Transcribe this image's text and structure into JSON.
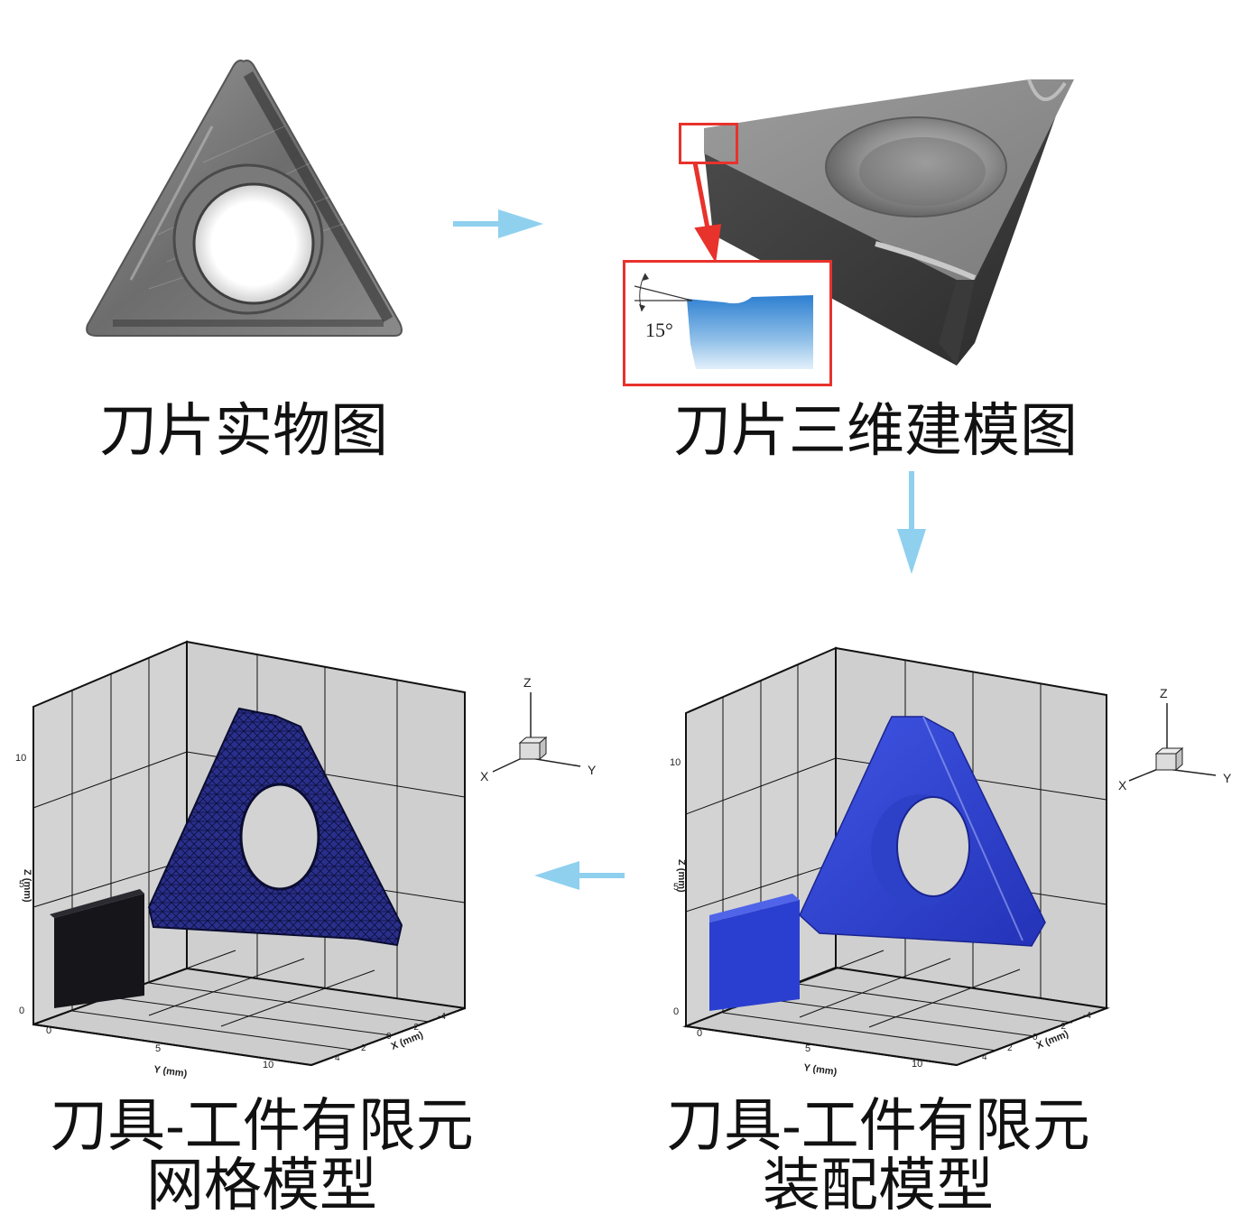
{
  "captions": {
    "photo": "刀片实物图",
    "cad": "刀片三维建模图",
    "mesh_line1": "刀具-工件有限元",
    "mesh_line2": "网格模型",
    "assembly_line1": "刀具-工件有限元",
    "assembly_line2": "装配模型"
  },
  "detail": {
    "angle_label": "15°"
  },
  "plot": {
    "z_axis_label": "Z (mm)",
    "y_axis_label": "Y (mm)",
    "x_axis_label": "X (mm)",
    "z_ticks": [
      "0",
      "5",
      "10"
    ],
    "y_ticks": [
      "0",
      "5",
      "10"
    ],
    "x_ticks": [
      "4",
      "2",
      "0",
      "-2",
      "-4"
    ]
  },
  "triad": {
    "z": "Z",
    "x": "X",
    "y": "Y"
  },
  "colors": {
    "arrow": "#8fd0ef",
    "highlight": "#e8322c",
    "mesh_insert": "#2a2f8c",
    "assembly_insert": "#2a3fd0",
    "plot_wall": "#d3d3d3"
  }
}
